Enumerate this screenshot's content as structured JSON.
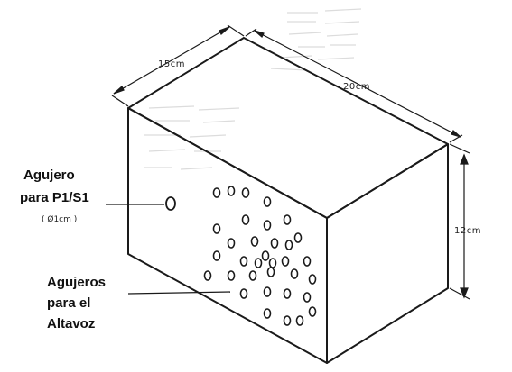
{
  "dimensions": {
    "depth": "15cm",
    "width": "20cm",
    "height": "12cm"
  },
  "labels": {
    "hole_p1_line1": "Agujero",
    "hole_p1_line2": "para P1/S1",
    "hole_p1_size": "( Ø1cm )",
    "speaker_line1": "Agujeros",
    "speaker_line2": "para el",
    "speaker_line3": "Altavoz"
  },
  "colors": {
    "line": "#1a1a1a",
    "faint_text": "#d0d0d0"
  }
}
